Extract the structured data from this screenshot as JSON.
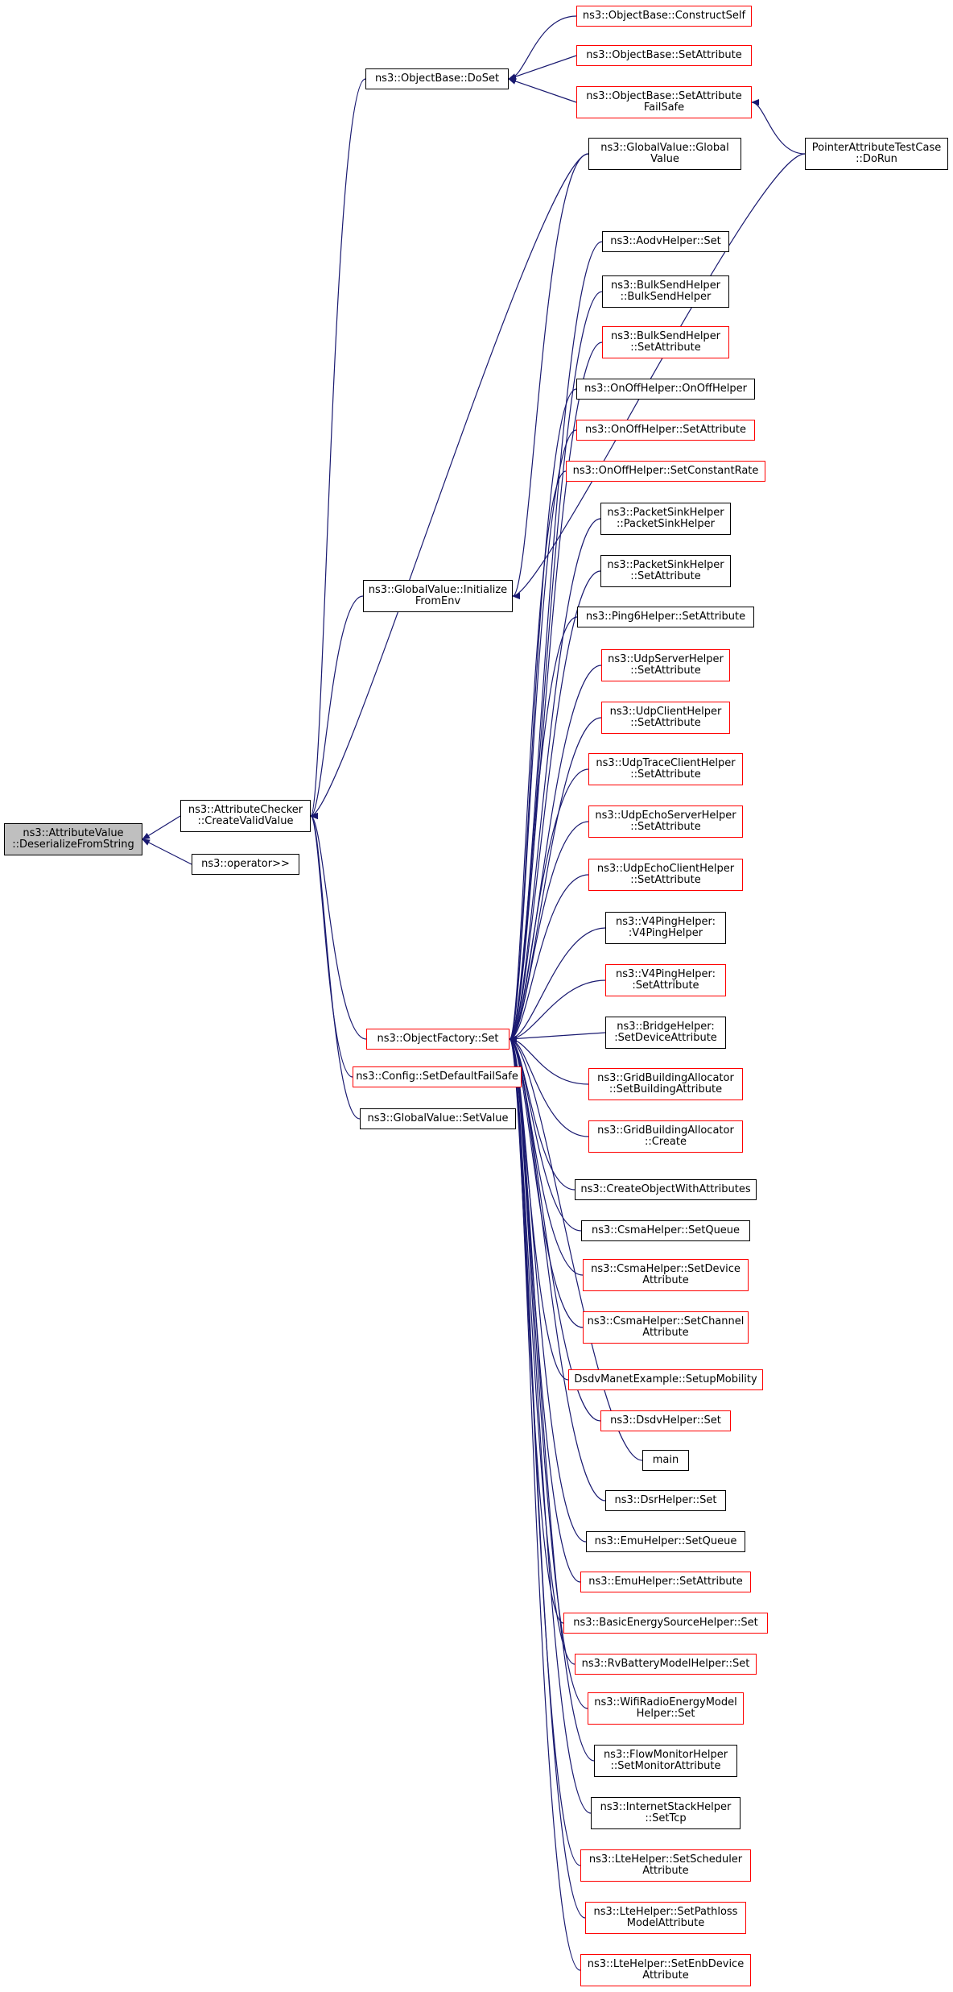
{
  "graph": {
    "colors": {
      "edge": "#191970",
      "link_border": "#ff0000",
      "plain_border": "#000000",
      "focus_fill": "#bfbfbf"
    },
    "nodes": [
      {
        "id": "root",
        "label": "ns3::AttributeValue\n::DeserializeFromString",
        "style": "focus"
      },
      {
        "id": "acv",
        "label": "ns3::AttributeChecker\n::CreateValidValue",
        "style": "black"
      },
      {
        "id": "opgt",
        "label": "ns3::operator>>",
        "style": "black"
      },
      {
        "id": "doset",
        "label": "ns3::ObjectBase::DoSet",
        "style": "black"
      },
      {
        "id": "gvinit",
        "label": "ns3::GlobalValue::Initialize\nFromEnv",
        "style": "black"
      },
      {
        "id": "ofset",
        "label": "ns3::ObjectFactory::Set",
        "style": "red"
      },
      {
        "id": "cfgsdf",
        "label": "ns3::Config::SetDefaultFailSafe",
        "style": "red"
      },
      {
        "id": "gvsv",
        "label": "ns3::GlobalValue::SetValue",
        "style": "black"
      },
      {
        "id": "obcs",
        "label": "ns3::ObjectBase::ConstructSelf",
        "style": "red"
      },
      {
        "id": "obsa",
        "label": "ns3::ObjectBase::SetAttribute",
        "style": "red"
      },
      {
        "id": "obsafs",
        "label": "ns3::ObjectBase::SetAttribute\nFailSafe",
        "style": "red"
      },
      {
        "id": "gvgv",
        "label": "ns3::GlobalValue::Global\nValue",
        "style": "black"
      },
      {
        "id": "patc",
        "label": "PointerAttributeTestCase\n::DoRun",
        "style": "black"
      },
      {
        "id": "c1",
        "label": "ns3::AodvHelper::Set",
        "style": "black"
      },
      {
        "id": "c2",
        "label": "ns3::BulkSendHelper\n::BulkSendHelper",
        "style": "black"
      },
      {
        "id": "c3",
        "label": "ns3::BulkSendHelper\n::SetAttribute",
        "style": "red"
      },
      {
        "id": "c4",
        "label": "ns3::OnOffHelper::OnOffHelper",
        "style": "black"
      },
      {
        "id": "c5",
        "label": "ns3::OnOffHelper::SetAttribute",
        "style": "red"
      },
      {
        "id": "c6",
        "label": "ns3::OnOffHelper::SetConstantRate",
        "style": "red"
      },
      {
        "id": "c7",
        "label": "ns3::PacketSinkHelper\n::PacketSinkHelper",
        "style": "black"
      },
      {
        "id": "c8",
        "label": "ns3::PacketSinkHelper\n::SetAttribute",
        "style": "black"
      },
      {
        "id": "c9",
        "label": "ns3::Ping6Helper::SetAttribute",
        "style": "black"
      },
      {
        "id": "c10",
        "label": "ns3::UdpServerHelper\n::SetAttribute",
        "style": "red"
      },
      {
        "id": "c11",
        "label": "ns3::UdpClientHelper\n::SetAttribute",
        "style": "red"
      },
      {
        "id": "c12",
        "label": "ns3::UdpTraceClientHelper\n::SetAttribute",
        "style": "red"
      },
      {
        "id": "c13",
        "label": "ns3::UdpEchoServerHelper\n::SetAttribute",
        "style": "red"
      },
      {
        "id": "c14",
        "label": "ns3::UdpEchoClientHelper\n::SetAttribute",
        "style": "red"
      },
      {
        "id": "c15",
        "label": "ns3::V4PingHelper:\n:V4PingHelper",
        "style": "black"
      },
      {
        "id": "c16",
        "label": "ns3::V4PingHelper:\n:SetAttribute",
        "style": "red"
      },
      {
        "id": "c17",
        "label": "ns3::BridgeHelper:\n:SetDeviceAttribute",
        "style": "black"
      },
      {
        "id": "c18",
        "label": "ns3::GridBuildingAllocator\n::SetBuildingAttribute",
        "style": "red"
      },
      {
        "id": "c19",
        "label": "ns3::GridBuildingAllocator\n::Create",
        "style": "red"
      },
      {
        "id": "c20",
        "label": "ns3::CreateObjectWithAttributes",
        "style": "black"
      },
      {
        "id": "c21",
        "label": "ns3::CsmaHelper::SetQueue",
        "style": "black"
      },
      {
        "id": "c22",
        "label": "ns3::CsmaHelper::SetDevice\nAttribute",
        "style": "red"
      },
      {
        "id": "c23",
        "label": "ns3::CsmaHelper::SetChannel\nAttribute",
        "style": "red"
      },
      {
        "id": "c24",
        "label": "DsdvManetExample::SetupMobility",
        "style": "red"
      },
      {
        "id": "c25",
        "label": "ns3::DsdvHelper::Set",
        "style": "red"
      },
      {
        "id": "c26",
        "label": "main",
        "style": "black"
      },
      {
        "id": "c27",
        "label": "ns3::DsrHelper::Set",
        "style": "black"
      },
      {
        "id": "c28",
        "label": "ns3::EmuHelper::SetQueue",
        "style": "black"
      },
      {
        "id": "c29",
        "label": "ns3::EmuHelper::SetAttribute",
        "style": "red"
      },
      {
        "id": "c30",
        "label": "ns3::BasicEnergySourceHelper::Set",
        "style": "red"
      },
      {
        "id": "c31",
        "label": "ns3::RvBatteryModelHelper::Set",
        "style": "red"
      },
      {
        "id": "c32",
        "label": "ns3::WifiRadioEnergyModel\nHelper::Set",
        "style": "red"
      },
      {
        "id": "c33",
        "label": "ns3::FlowMonitorHelper\n::SetMonitorAttribute",
        "style": "black"
      },
      {
        "id": "c34",
        "label": "ns3::InternetStackHelper\n::SetTcp",
        "style": "black"
      },
      {
        "id": "c35",
        "label": "ns3::LteHelper::SetScheduler\nAttribute",
        "style": "red"
      },
      {
        "id": "c36",
        "label": "ns3::LteHelper::SetPathloss\nModelAttribute",
        "style": "red"
      },
      {
        "id": "c37",
        "label": "ns3::LteHelper::SetEnbDevice\nAttribute",
        "style": "red"
      }
    ],
    "edges": [
      {
        "from": "acv",
        "to": "root"
      },
      {
        "from": "opgt",
        "to": "root"
      },
      {
        "from": "doset",
        "to": "acv"
      },
      {
        "from": "gvinit",
        "to": "acv"
      },
      {
        "from": "ofset",
        "to": "acv"
      },
      {
        "from": "cfgsdf",
        "to": "acv"
      },
      {
        "from": "gvsv",
        "to": "acv"
      },
      {
        "from": "gvgv",
        "to": "acv"
      },
      {
        "from": "obcs",
        "to": "doset"
      },
      {
        "from": "obsa",
        "to": "doset"
      },
      {
        "from": "obsafs",
        "to": "doset"
      },
      {
        "from": "patc",
        "to": "obsafs"
      },
      {
        "from": "patc",
        "to": "gvinit"
      },
      {
        "from": "gvgv",
        "to": "gvinit"
      },
      {
        "from": "c1",
        "to": "ofset"
      },
      {
        "from": "c2",
        "to": "ofset"
      },
      {
        "from": "c3",
        "to": "ofset"
      },
      {
        "from": "c4",
        "to": "ofset"
      },
      {
        "from": "c5",
        "to": "ofset"
      },
      {
        "from": "c6",
        "to": "ofset"
      },
      {
        "from": "c7",
        "to": "ofset"
      },
      {
        "from": "c8",
        "to": "ofset"
      },
      {
        "from": "c9",
        "to": "ofset"
      },
      {
        "from": "c10",
        "to": "ofset"
      },
      {
        "from": "c11",
        "to": "ofset"
      },
      {
        "from": "c12",
        "to": "ofset"
      },
      {
        "from": "c13",
        "to": "ofset"
      },
      {
        "from": "c14",
        "to": "ofset"
      },
      {
        "from": "c15",
        "to": "ofset"
      },
      {
        "from": "c16",
        "to": "ofset"
      },
      {
        "from": "c17",
        "to": "ofset"
      },
      {
        "from": "c18",
        "to": "ofset"
      },
      {
        "from": "c19",
        "to": "ofset"
      },
      {
        "from": "c20",
        "to": "ofset"
      },
      {
        "from": "c21",
        "to": "ofset"
      },
      {
        "from": "c22",
        "to": "ofset"
      },
      {
        "from": "c23",
        "to": "ofset"
      },
      {
        "from": "c24",
        "to": "ofset"
      },
      {
        "from": "c25",
        "to": "ofset"
      },
      {
        "from": "c26",
        "to": "ofset"
      },
      {
        "from": "c27",
        "to": "ofset"
      },
      {
        "from": "c28",
        "to": "ofset"
      },
      {
        "from": "c29",
        "to": "ofset"
      },
      {
        "from": "c30",
        "to": "ofset"
      },
      {
        "from": "c31",
        "to": "ofset"
      },
      {
        "from": "c32",
        "to": "ofset"
      },
      {
        "from": "c33",
        "to": "ofset"
      },
      {
        "from": "c34",
        "to": "ofset"
      },
      {
        "from": "c35",
        "to": "ofset"
      },
      {
        "from": "c36",
        "to": "ofset"
      },
      {
        "from": "c37",
        "to": "ofset"
      }
    ]
  }
}
